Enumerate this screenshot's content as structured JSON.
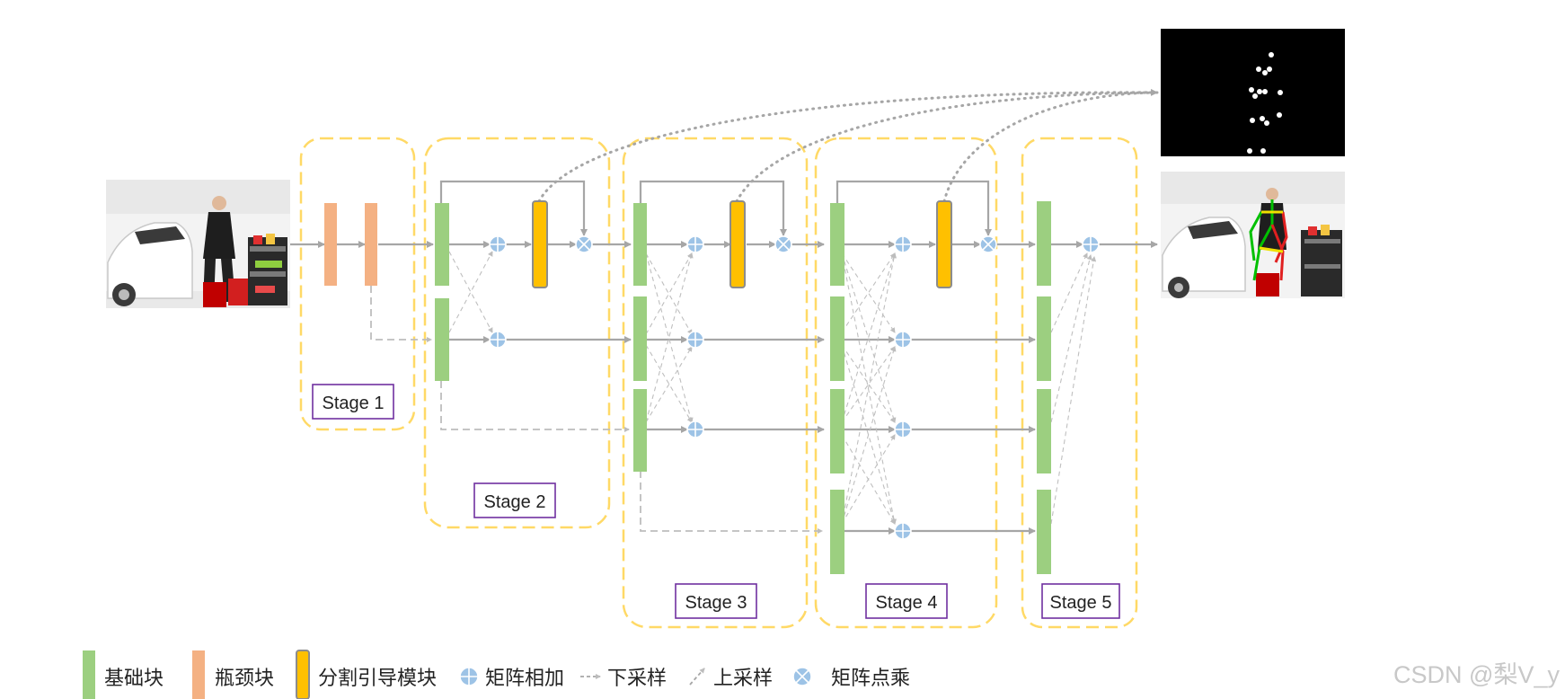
{
  "diagram": {
    "stages": [
      {
        "label": "Stage 1"
      },
      {
        "label": "Stage 2"
      },
      {
        "label": "Stage 3"
      },
      {
        "label": "Stage 4"
      },
      {
        "label": "Stage 5"
      }
    ],
    "legend": [
      {
        "id": "basic",
        "label": "基础块"
      },
      {
        "id": "bottleneck",
        "label": "瓶颈块"
      },
      {
        "id": "seg",
        "label": "分割引导模块"
      },
      {
        "id": "add",
        "label": "矩阵相加"
      },
      {
        "id": "down",
        "label": "下采样"
      },
      {
        "id": "up",
        "label": "上采样"
      },
      {
        "id": "mul",
        "label": "矩阵点乘"
      }
    ],
    "watermark": "CSDN @梨V_y"
  },
  "colors": {
    "basic_block": "#9ccf80",
    "bottleneck_block": "#f4b183",
    "seg_module": "#ffc000",
    "operator": "#9dc3e6",
    "stage_border": "#ffd966",
    "label_border": "#7030a0",
    "arrow": "#a6a6a6"
  }
}
